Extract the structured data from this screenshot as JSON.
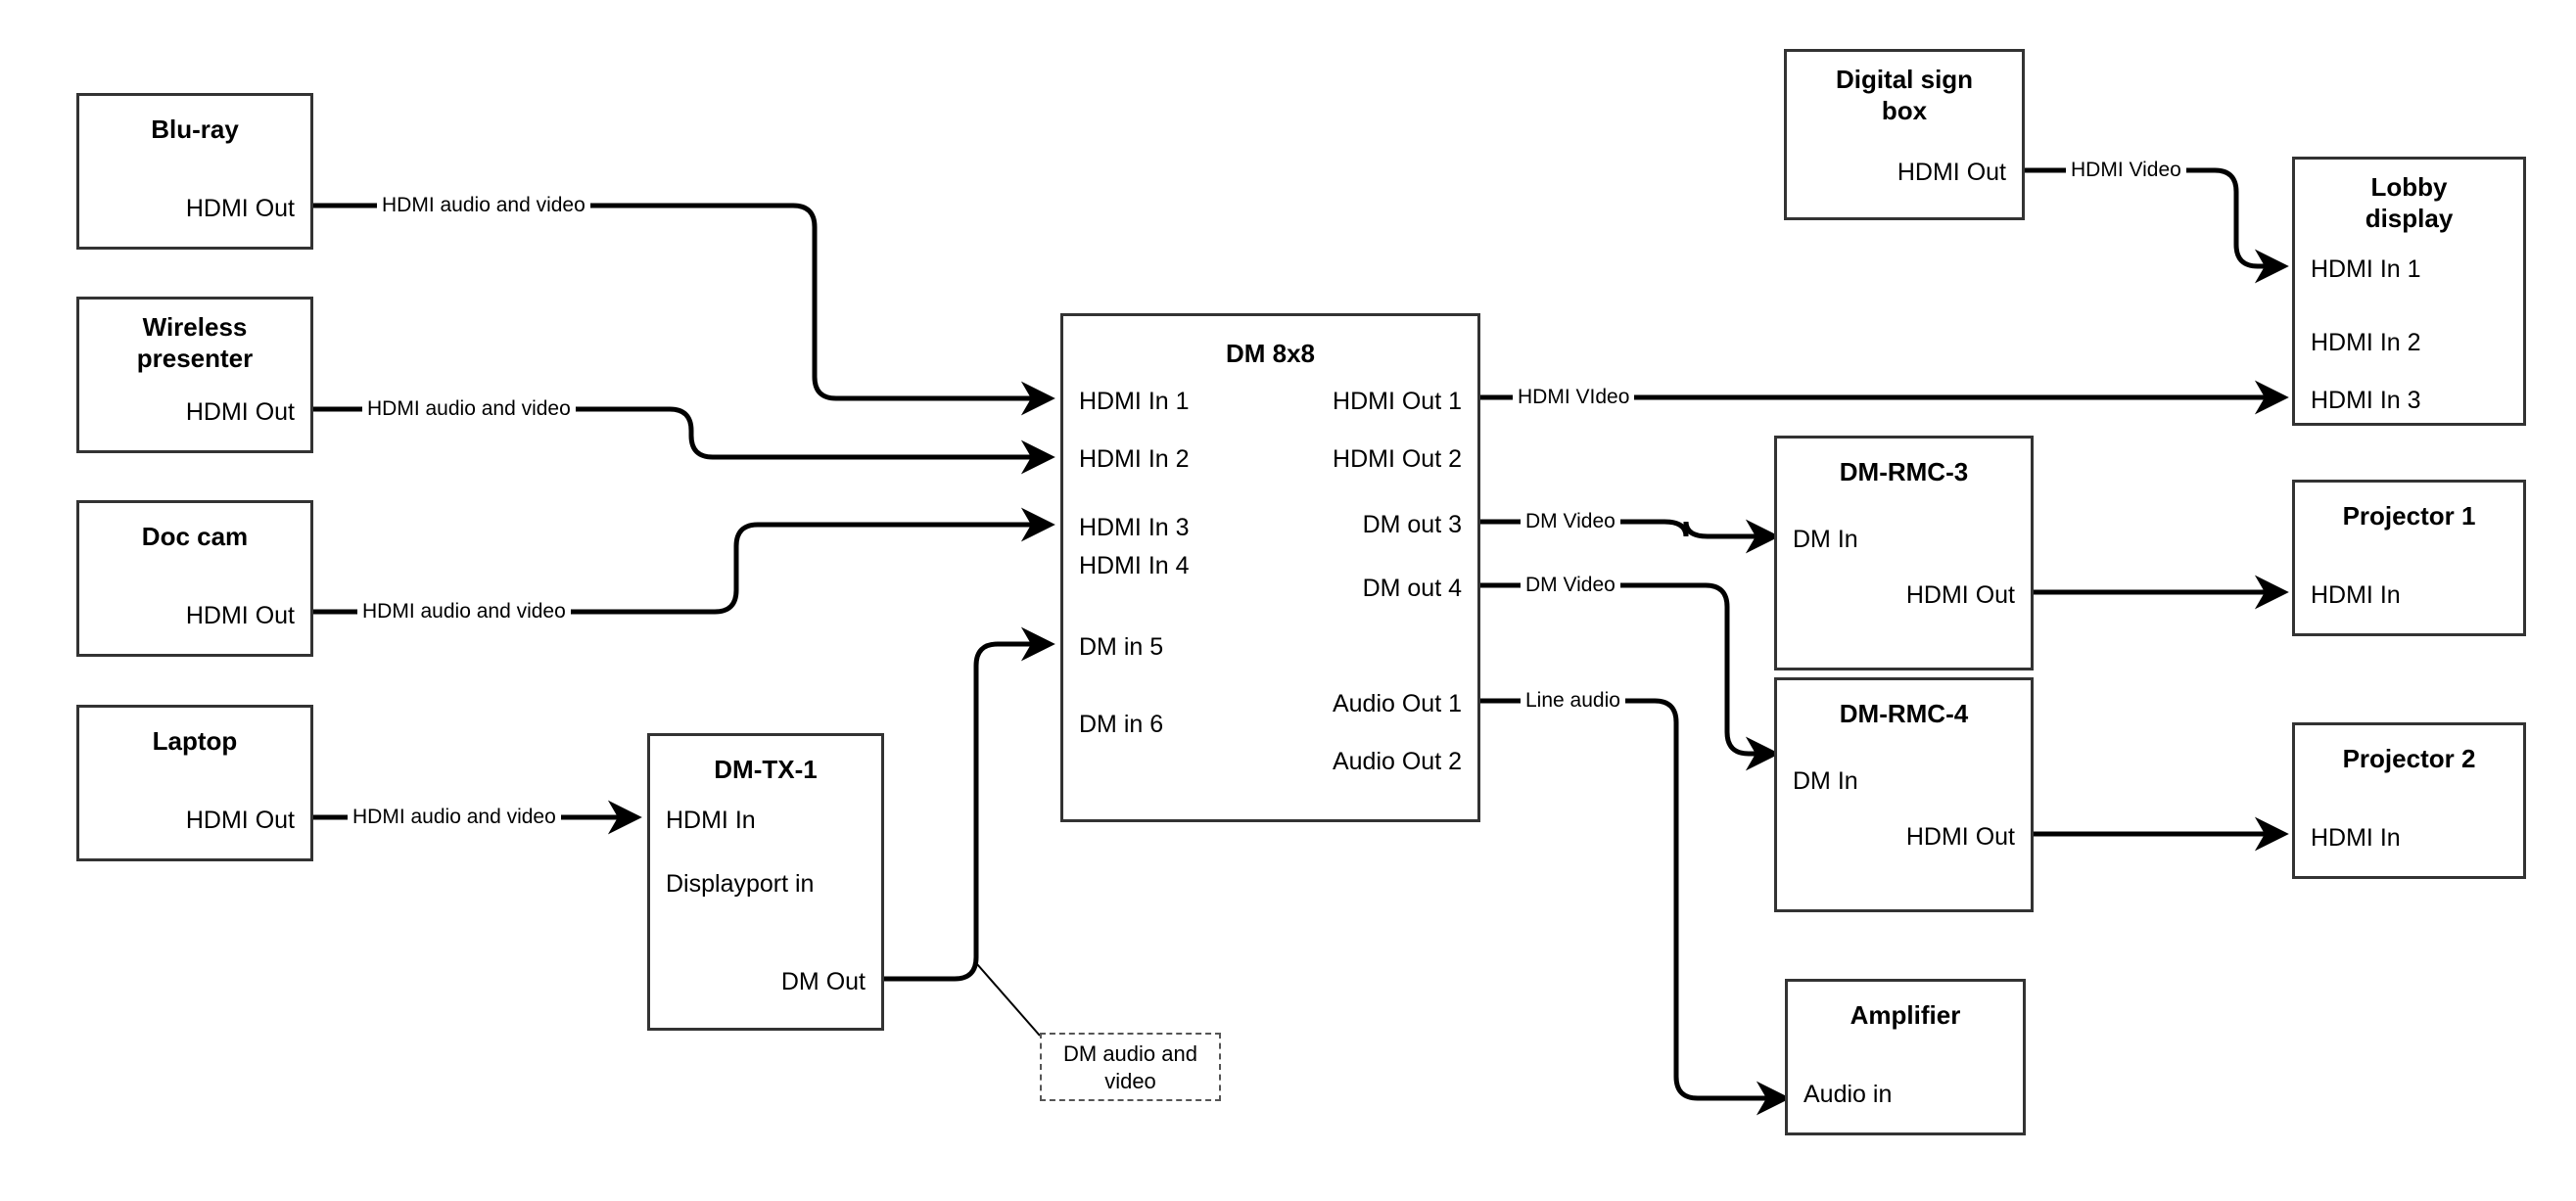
{
  "diagram": {
    "title": "AV signal flow diagram",
    "line_color": "#000000",
    "box_border_color": "#333333",
    "note_border_color": "#555555",
    "background": "#ffffff"
  },
  "nodes": {
    "bluray": {
      "title": "Blu-ray",
      "ports": {
        "out1": "HDMI Out"
      }
    },
    "wireless": {
      "title": "Wireless\npresenter",
      "title_line1": "Wireless",
      "title_line2": "presenter",
      "ports": {
        "out1": "HDMI Out"
      }
    },
    "doccam": {
      "title": "Doc cam",
      "ports": {
        "out1": "HDMI Out"
      }
    },
    "laptop": {
      "title": "Laptop",
      "ports": {
        "out1": "HDMI Out"
      }
    },
    "dmtx1": {
      "title": "DM-TX-1",
      "ports": {
        "in1": "HDMI In",
        "in2": "Displayport in",
        "out1": "DM Out"
      }
    },
    "dm8x8": {
      "title": "DM 8x8",
      "ports": {
        "in1": "HDMI In 1",
        "in2": "HDMI In 2",
        "in3": "HDMI In 3",
        "in4": "HDMI In 4",
        "in5": "DM in 5",
        "in6": "DM in 6",
        "out1": "HDMI Out 1",
        "out2": "HDMI Out 2",
        "out3": "DM out 3",
        "out4": "DM out 4",
        "aout1": "Audio Out 1",
        "aout2": "Audio Out 2"
      }
    },
    "signbox": {
      "title_line1": "Digital sign",
      "title_line2": "box",
      "ports": {
        "out1": "HDMI Out"
      }
    },
    "lobby": {
      "title_line1": "Lobby",
      "title_line2": "display",
      "ports": {
        "in1": "HDMI In 1",
        "in2": "HDMI In 2",
        "in3": "HDMI In 3"
      }
    },
    "rmc3": {
      "title": "DM-RMC-3",
      "ports": {
        "in1": "DM In",
        "out1": "HDMI Out"
      }
    },
    "rmc4": {
      "title": "DM-RMC-4",
      "ports": {
        "in1": "DM In",
        "out1": "HDMI Out"
      }
    },
    "proj1": {
      "title": "Projector 1",
      "ports": {
        "in1": "HDMI In"
      }
    },
    "proj2": {
      "title": "Projector 2",
      "ports": {
        "in1": "HDMI In"
      }
    },
    "amplifier": {
      "title": "Amplifier",
      "ports": {
        "in1": "Audio in"
      }
    }
  },
  "wire_labels": {
    "bluray_to_in1": "HDMI audio and video",
    "wireless_to_in2": "HDMI audio and video",
    "doccam_to_in3": "HDMI audio and video",
    "laptop_to_tx": "HDMI audio and video",
    "hdmiout1_to_lobby3": "HDMI VIdeo",
    "dmout3_to_rmc3": "DM Video",
    "dmout4_to_rmc4": "DM Video",
    "audioout1_to_amp": "Line audio",
    "sign_to_lobby1": "HDMI Video"
  },
  "notes": {
    "dm_audio_video_line1": "DM audio and",
    "dm_audio_video_line2": "video"
  }
}
